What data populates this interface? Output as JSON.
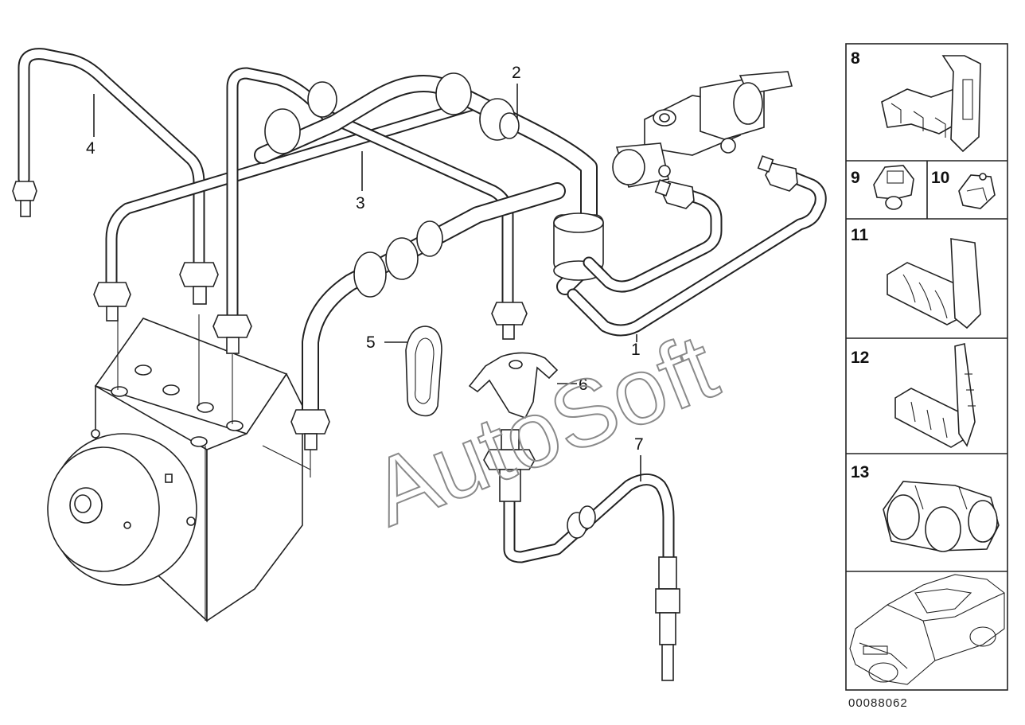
{
  "diagram": {
    "callouts": [
      {
        "id": "1",
        "text": "1"
      },
      {
        "id": "2",
        "text": "2"
      },
      {
        "id": "3",
        "text": "3"
      },
      {
        "id": "4",
        "text": "4"
      },
      {
        "id": "5",
        "text": "5"
      },
      {
        "id": "6",
        "text": "6"
      },
      {
        "id": "7",
        "text": "7"
      }
    ],
    "panels": [
      {
        "id": "8",
        "text": "8"
      },
      {
        "id": "9",
        "text": "9"
      },
      {
        "id": "10",
        "text": "10"
      },
      {
        "id": "11",
        "text": "11"
      },
      {
        "id": "12",
        "text": "12"
      },
      {
        "id": "13",
        "text": "13"
      }
    ],
    "watermark": "AutoSoft",
    "reference_number": "00088062",
    "colors": {
      "line": "#222222",
      "background": "#ffffff",
      "watermark": "#8a8a8a"
    }
  }
}
